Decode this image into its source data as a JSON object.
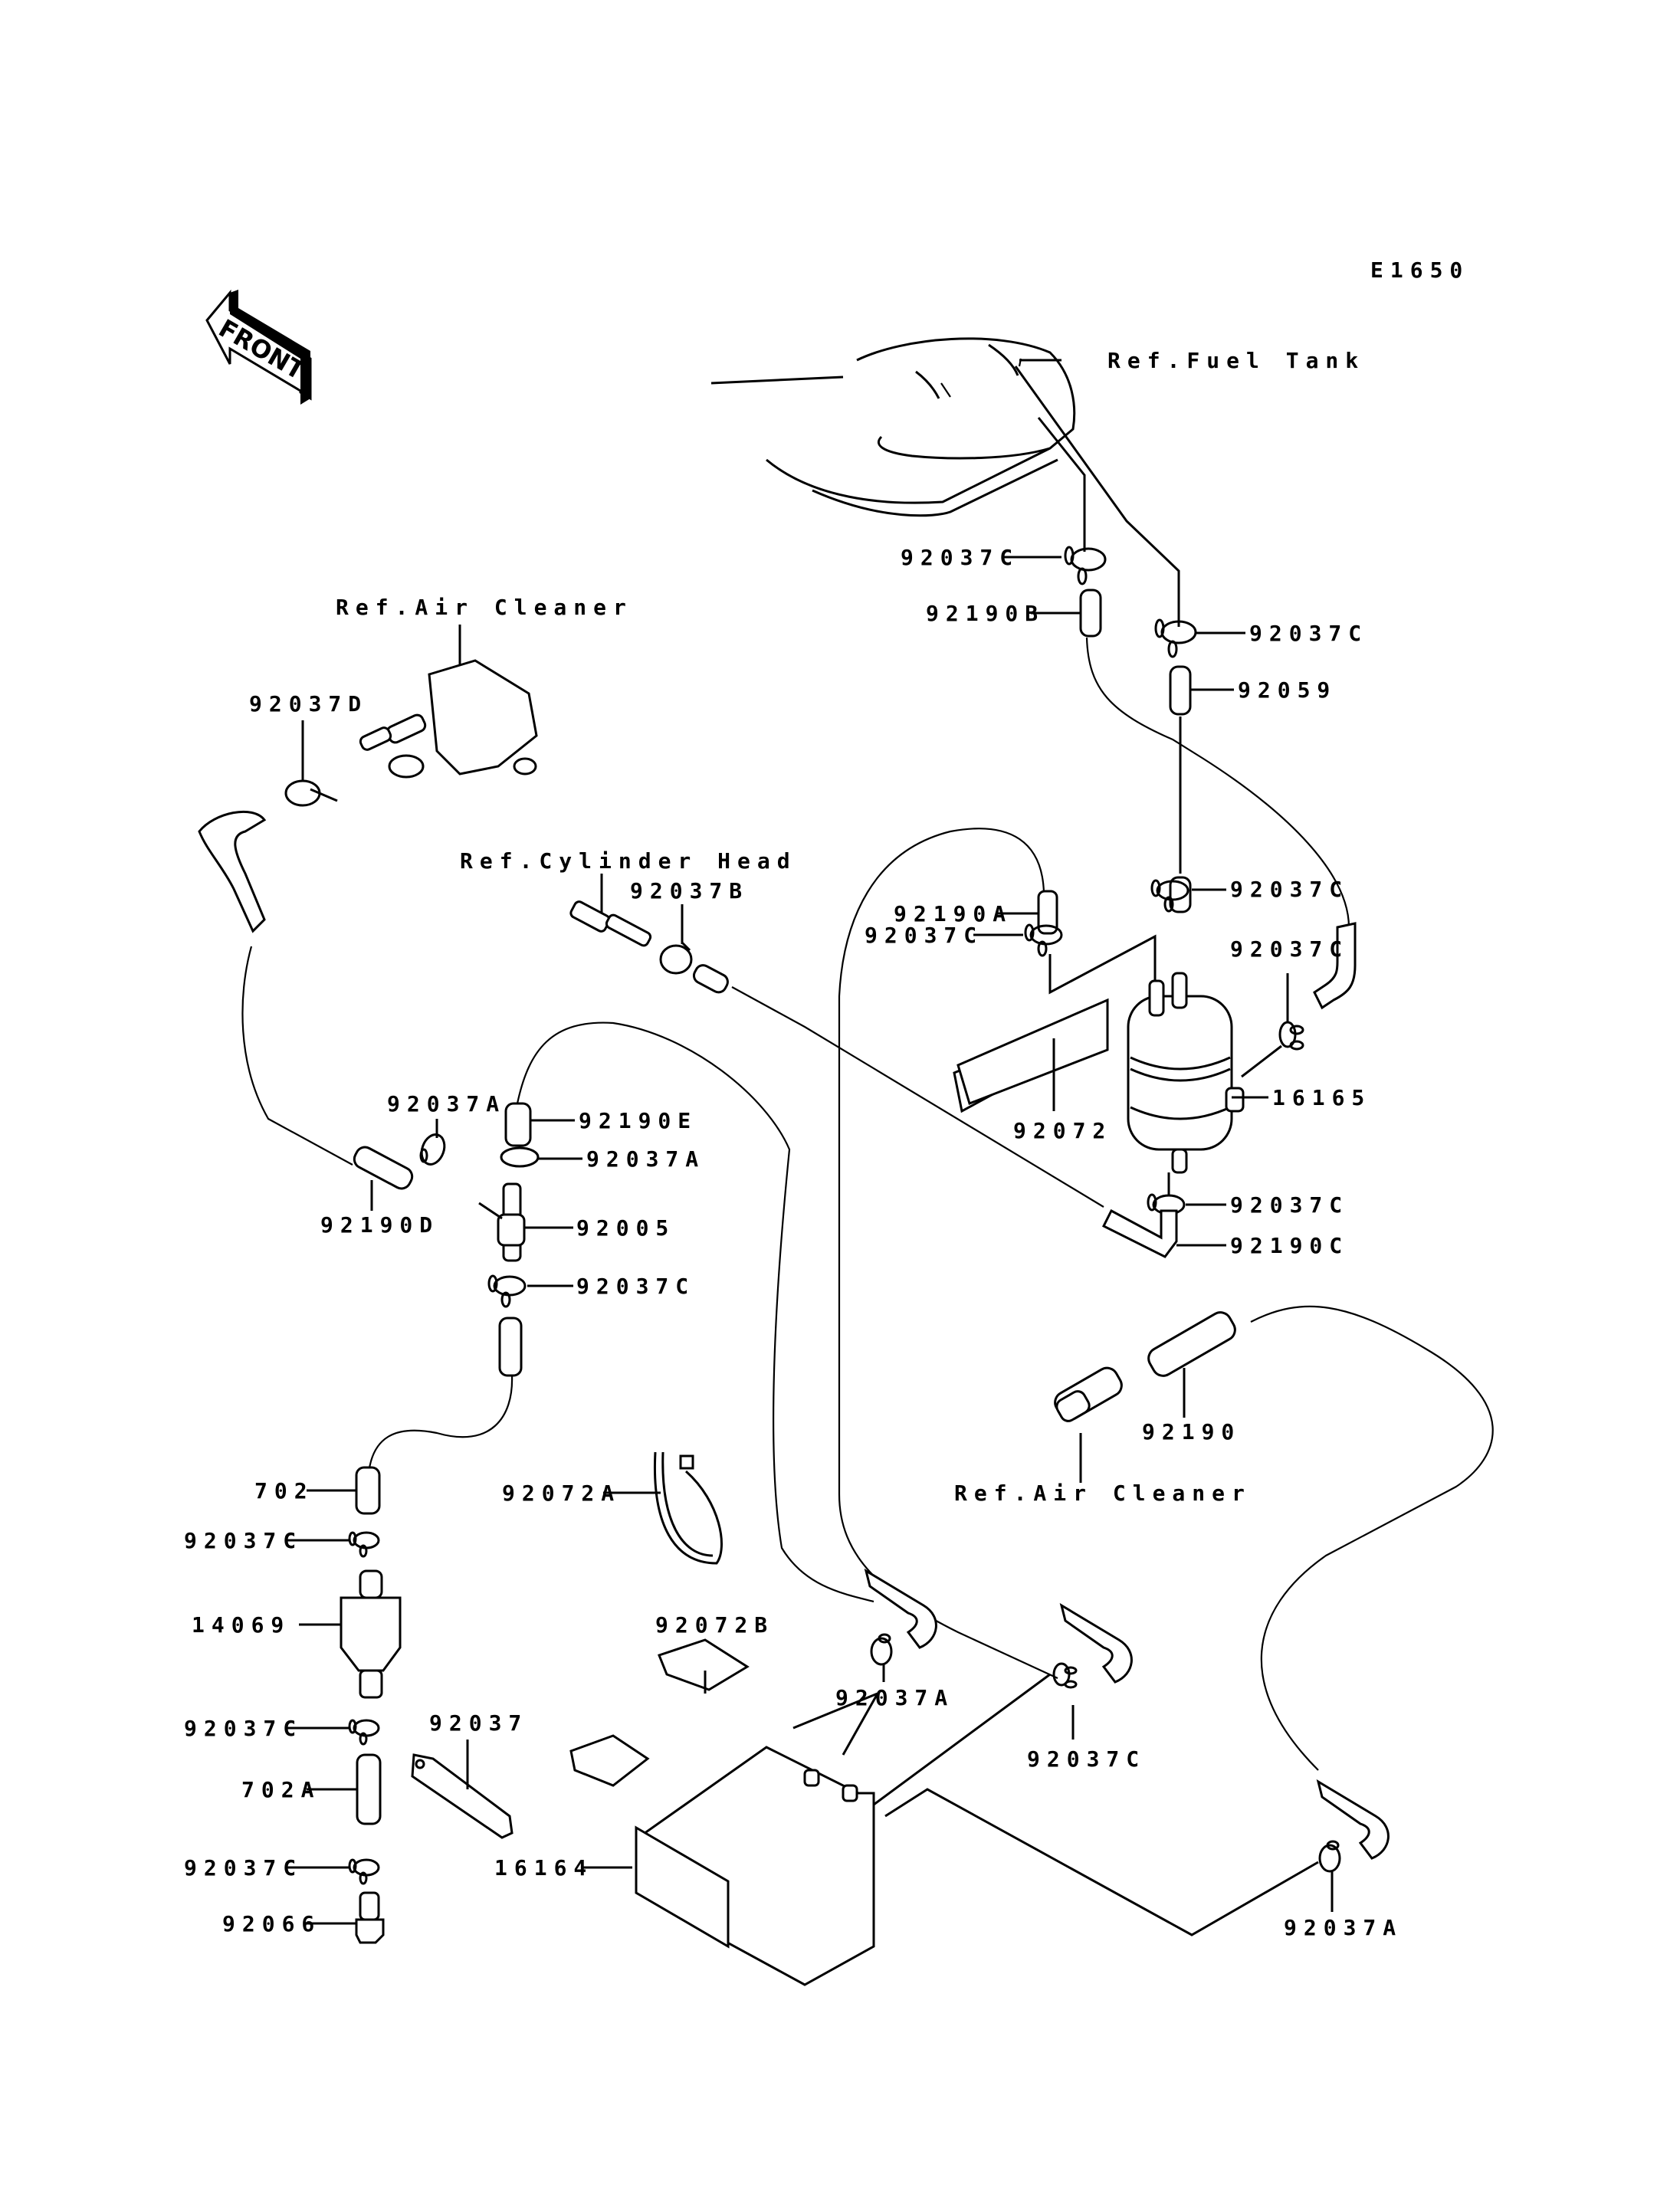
{
  "diagram": {
    "code": "E1650",
    "front_label": "FRONT",
    "refs": {
      "fuel_tank": "Ref.Fuel Tank",
      "air_cleaner_top": "Ref.Air Cleaner",
      "cylinder_head": "Ref.Cylinder Head",
      "air_cleaner_bottom": "Ref.Air Cleaner"
    },
    "parts": [
      {
        "id": "p1",
        "number": "92037C"
      },
      {
        "id": "p2",
        "number": "92190B"
      },
      {
        "id": "p3",
        "number": "92037C"
      },
      {
        "id": "p4",
        "number": "92059"
      },
      {
        "id": "p5",
        "number": "92037D"
      },
      {
        "id": "p6",
        "number": "92037B"
      },
      {
        "id": "p7",
        "number": "92190A"
      },
      {
        "id": "p8",
        "number": "92037C"
      },
      {
        "id": "p9",
        "number": "92037C"
      },
      {
        "id": "p10",
        "number": "92037C"
      },
      {
        "id": "p11",
        "number": "16165"
      },
      {
        "id": "p12",
        "number": "92072"
      },
      {
        "id": "p13",
        "number": "92037C"
      },
      {
        "id": "p14",
        "number": "92190C"
      },
      {
        "id": "p15",
        "number": "92037A"
      },
      {
        "id": "p16",
        "number": "92190E"
      },
      {
        "id": "p17",
        "number": "92037A"
      },
      {
        "id": "p18",
        "number": "92190D"
      },
      {
        "id": "p19",
        "number": "92005"
      },
      {
        "id": "p20",
        "number": "92037C"
      },
      {
        "id": "p21",
        "number": "92190"
      },
      {
        "id": "p22",
        "number": "702"
      },
      {
        "id": "p23",
        "number": "92072A"
      },
      {
        "id": "p24",
        "number": "92037C"
      },
      {
        "id": "p25",
        "number": "14069"
      },
      {
        "id": "p26",
        "number": "92072B"
      },
      {
        "id": "p27",
        "number": "92037A"
      },
      {
        "id": "p28",
        "number": "92037C"
      },
      {
        "id": "p29",
        "number": "92037"
      },
      {
        "id": "p30",
        "number": "92037C"
      },
      {
        "id": "p31",
        "number": "702A"
      },
      {
        "id": "p32",
        "number": "16164"
      },
      {
        "id": "p33",
        "number": "92037C"
      },
      {
        "id": "p34",
        "number": "92066"
      },
      {
        "id": "p35",
        "number": "92037A"
      }
    ]
  }
}
